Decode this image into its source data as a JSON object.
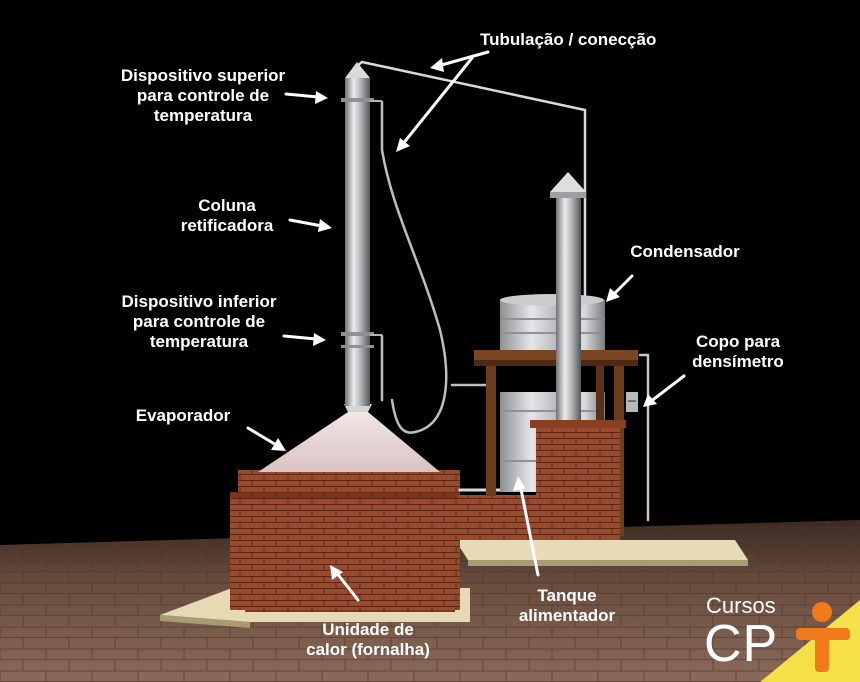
{
  "labels": {
    "tubulacao": "Tubulação / conecção",
    "dispositivo_superior": [
      "Dispositivo superior",
      "para controle de",
      "temperatura"
    ],
    "coluna": [
      "Coluna",
      "retificadora"
    ],
    "dispositivo_inferior": [
      "Dispositivo inferior",
      "para controle de",
      "temperatura"
    ],
    "evaporador": "Evaporador",
    "condensador": "Condensador",
    "copo": [
      "Copo para",
      "densímetro"
    ],
    "tanque": [
      "Tanque",
      "alimentador"
    ],
    "unidade": [
      "Unidade de",
      "calor (fornalha)"
    ]
  },
  "logo": {
    "word": "Cursos",
    "letters": "CP",
    "accent_color": "#f07a1a",
    "corner_color": "#f5e04a",
    "icon": "person-icon"
  },
  "colors": {
    "background": "#000000",
    "label_text": "#ffffff",
    "brick": "#9a4a2c",
    "metal": "#c4c6c8",
    "wood": "#6e3d1c"
  }
}
